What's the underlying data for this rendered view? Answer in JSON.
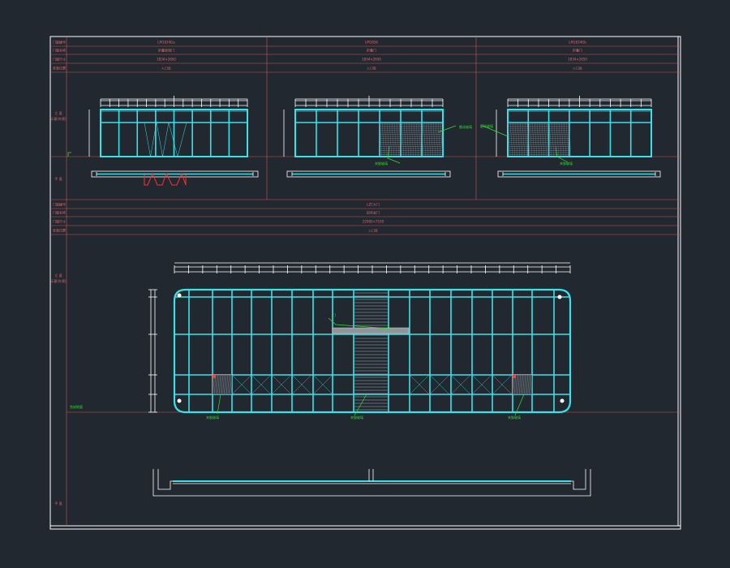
{
  "header_table": {
    "row_labels": [
      "门窗编号",
      "门窗名称",
      "门窗尺寸",
      "安装位置"
    ],
    "columns": [
      [
        "LM1834Ga",
        "折叠玻璃门",
        "1834×2650",
        "入口处"
      ],
      [
        "LM1856",
        "折叠门",
        "1834×2650",
        "入口处"
      ],
      [
        "LM1834Gb",
        "折叠门",
        "1834×2650",
        "入口处"
      ]
    ]
  },
  "middle_table": {
    "row_labels": [
      "门窗编号",
      "门窗名称",
      "门窗尺寸",
      "安装位置"
    ],
    "values": [
      "LZC大门",
      "铝合金门",
      "22900×7100",
      "入口处"
    ]
  },
  "side_labels": [
    "立 面",
    "示意(外视)",
    "平 面"
  ],
  "callouts": {
    "panel_a": "夹胶玻璃",
    "panel_b": "夹胶玻璃",
    "glass": "钢化玻璃",
    "grey": "磨砂玻璃",
    "door": "门",
    "ground": "完成地面"
  },
  "colors": {
    "background": "#212830",
    "frame": "#ffffff",
    "table_lines": "#c85a5a",
    "profile": "#3ee0e8",
    "annotation": "#33e033",
    "door_mark": "#ff3030",
    "label_text": "#e06a6a"
  }
}
